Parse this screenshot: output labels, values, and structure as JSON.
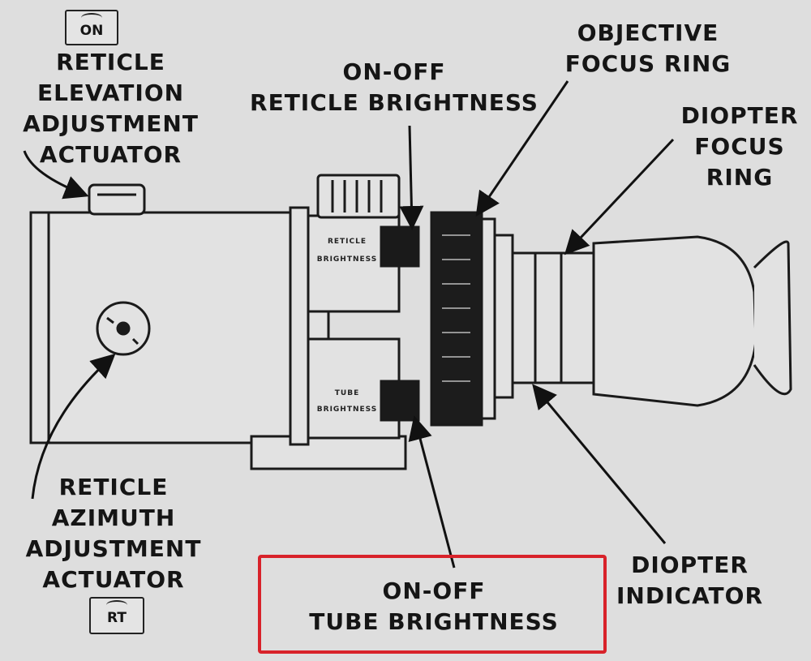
{
  "labels": {
    "reticle_elevation": [
      "RETICLE",
      "ELEVATION",
      "ADJUSTMENT",
      "ACTUATOR"
    ],
    "reticle_brightness": [
      "ON-OFF",
      "RETICLE BRIGHTNESS"
    ],
    "objective_focus": [
      "OBJECTIVE",
      "FOCUS RING"
    ],
    "diopter_focus": [
      "DIOPTER",
      "FOCUS",
      "RING"
    ],
    "reticle_azimuth": [
      "RETICLE",
      "AZIMUTH",
      "ADJUSTMENT",
      "ACTUATOR"
    ],
    "tube_brightness": [
      "ON-OFF",
      "TUBE BRIGHTNESS"
    ],
    "diopter_indicator": [
      "DIOPTER",
      "INDICATOR"
    ]
  },
  "badges": {
    "on": "ON",
    "rt": "RT"
  },
  "panel_text": {
    "reticle": [
      "RETICLE",
      "BRIGHTNESS"
    ],
    "tube": [
      "TUBE",
      "BRIGHTNESS"
    ]
  },
  "colors": {
    "highlight": "#d8222a",
    "ink": "#151515",
    "paper": "#dedede"
  }
}
